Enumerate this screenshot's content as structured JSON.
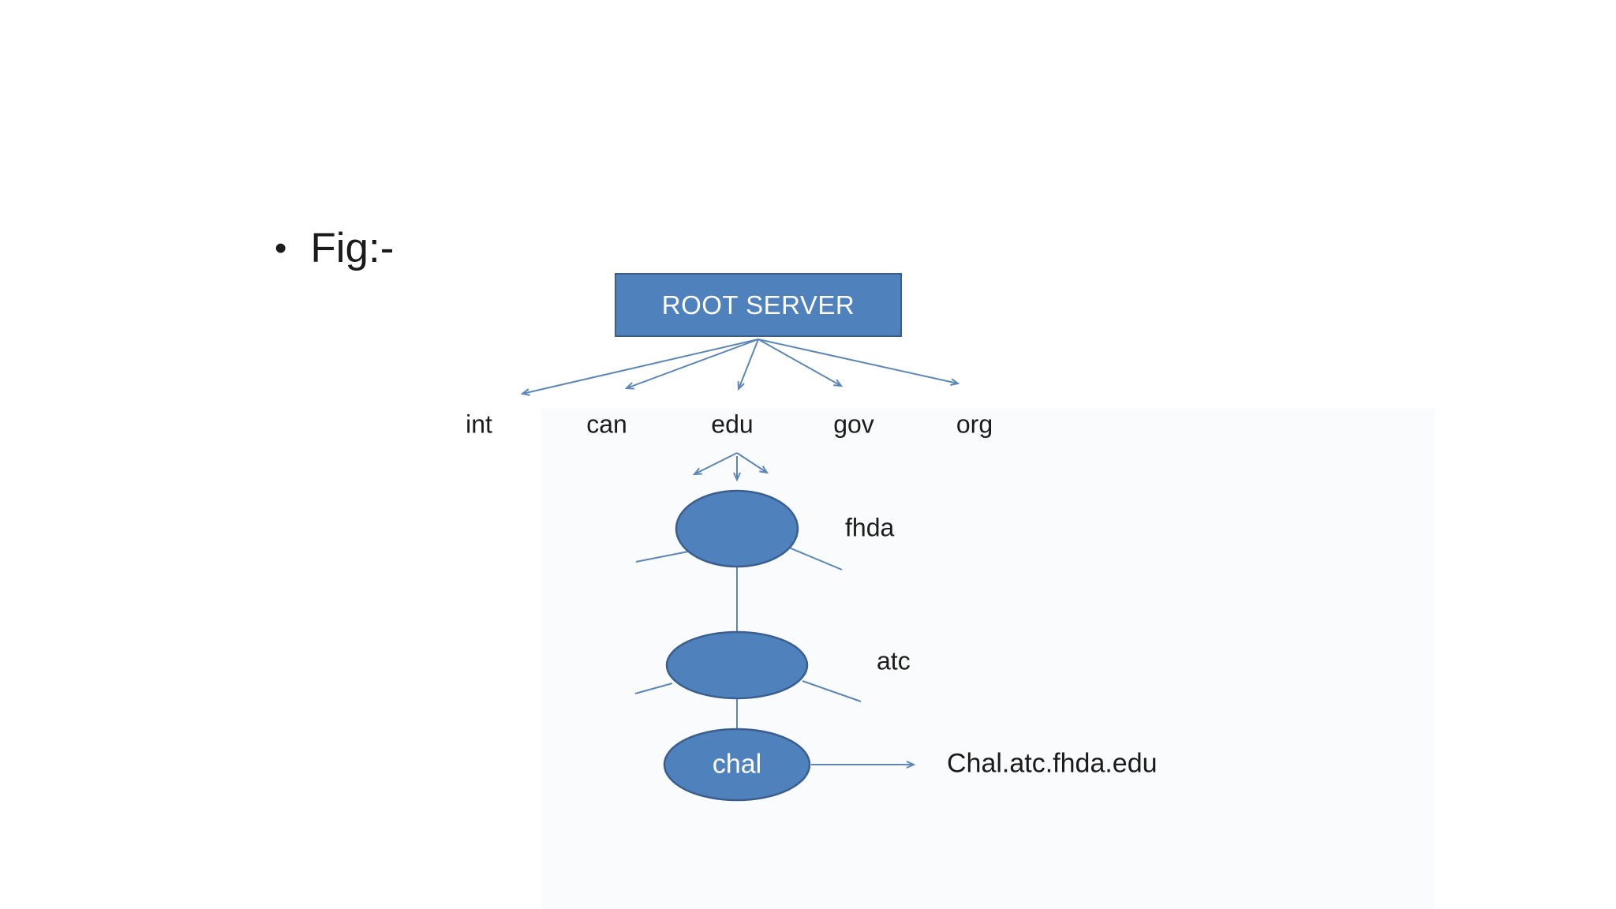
{
  "slide": {
    "bullet": "•",
    "fig_label": "Fig:-"
  },
  "diagram": {
    "root_label": "ROOT SERVER",
    "tlds": [
      "int",
      "can",
      "edu",
      "gov",
      "org"
    ],
    "level2_label": "fhda",
    "level3_label": "atc",
    "leaf_label": "chal",
    "fqdn_label": "Chal.atc.fhda.edu",
    "colors": {
      "node_fill": "#4f81bd",
      "node_stroke": "#3a5f8f",
      "connector": "#5b87b8",
      "text_dark": "#1b1b1b",
      "text_light": "#ffffff"
    }
  }
}
